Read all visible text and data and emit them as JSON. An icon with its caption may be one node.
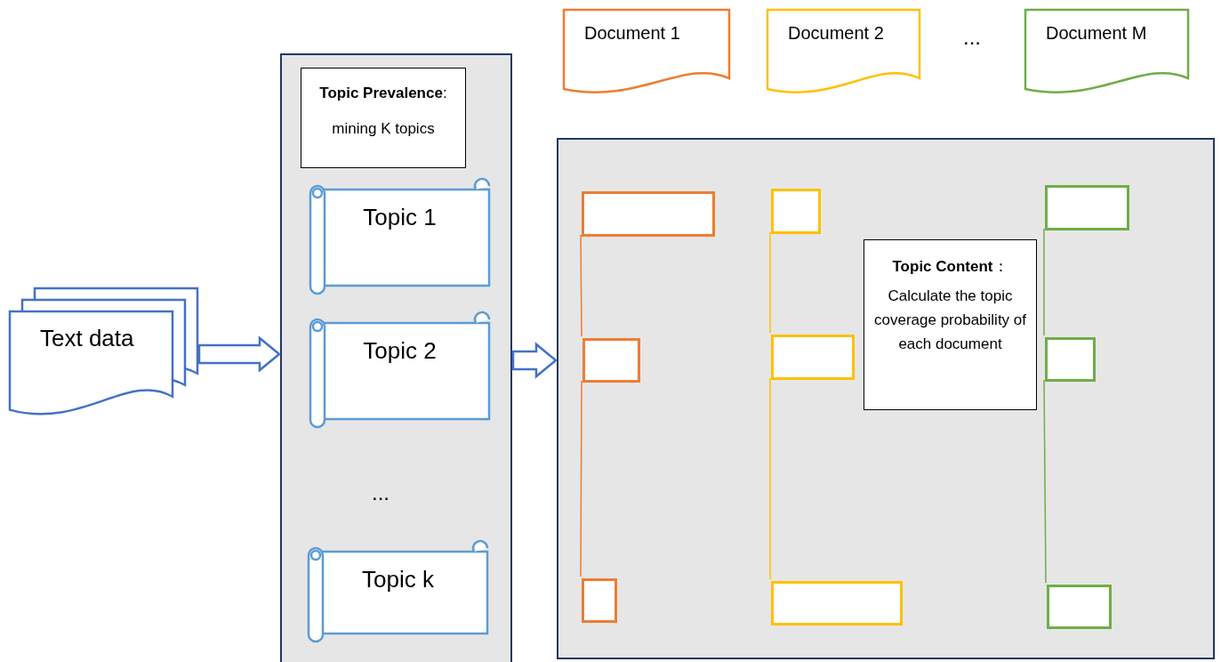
{
  "diagram": {
    "nodes": [
      {
        "text": [
          "Text data"
        ]
      },
      {
        "text": [],
        "shape": "box"
      },
      {
        "text": [
          "**Topic Prevalence**:",
          "mining K topics"
        ],
        "in": 1
      },
      {
        "text": [
          "Topic 1"
        ],
        "in": 1
      },
      {
        "text": [
          "Topic 2"
        ],
        "in": 1
      },
      {
        "text": [
          "Topic k"
        ],
        "in": 1
      },
      {
        "text": [
          "Document 1"
        ]
      },
      {
        "text": [
          "Document 2"
        ]
      },
      {
        "text": [
          "Document M"
        ]
      },
      {
        "text": [],
        "shape": "box"
      },
      {
        "text": [],
        "shape": "bar",
        "in": 9
      },
      {
        "text": [],
        "shape": "bar",
        "in": 9
      },
      {
        "text": [],
        "shape": "bar",
        "in": 9
      },
      {
        "text": [],
        "shape": "bar",
        "in": 9
      },
      {
        "text": [],
        "shape": "bar",
        "in": 9
      },
      {
        "text": [],
        "shape": "bar",
        "in": 9
      },
      {
        "text": [],
        "shape": "bar",
        "in": 9
      },
      {
        "text": [],
        "shape": "bar",
        "in": 9
      },
      {
        "text": [],
        "shape": "bar",
        "in": 9
      },
      {
        "text": [
          "**Topic Content**：",
          "Calculate the topic coverage probability of each document"
        ],
        "in": 9
      }
    ],
    "edges": [
      {
        "from": 0,
        "to": 1,
        "arrow": "to"
      },
      {
        "from": 1,
        "to": 9,
        "arrow": "to"
      },
      {
        "from": 10,
        "to": 11,
        "arrow": "none",
        "color": "#ed7d31"
      },
      {
        "from": 11,
        "to": 12,
        "arrow": "none",
        "color": "#ed7d31"
      },
      {
        "from": 13,
        "to": 14,
        "arrow": "none",
        "color": "#ffc000"
      },
      {
        "from": 14,
        "to": 15,
        "arrow": "none",
        "color": "#ffc000"
      },
      {
        "from": 16,
        "to": 17,
        "arrow": "none",
        "color": "#70ad47"
      },
      {
        "from": 17,
        "to": 18,
        "arrow": "none",
        "color": "#70ad47"
      }
    ],
    "labels": [
      "...",
      "..."
    ]
  }
}
